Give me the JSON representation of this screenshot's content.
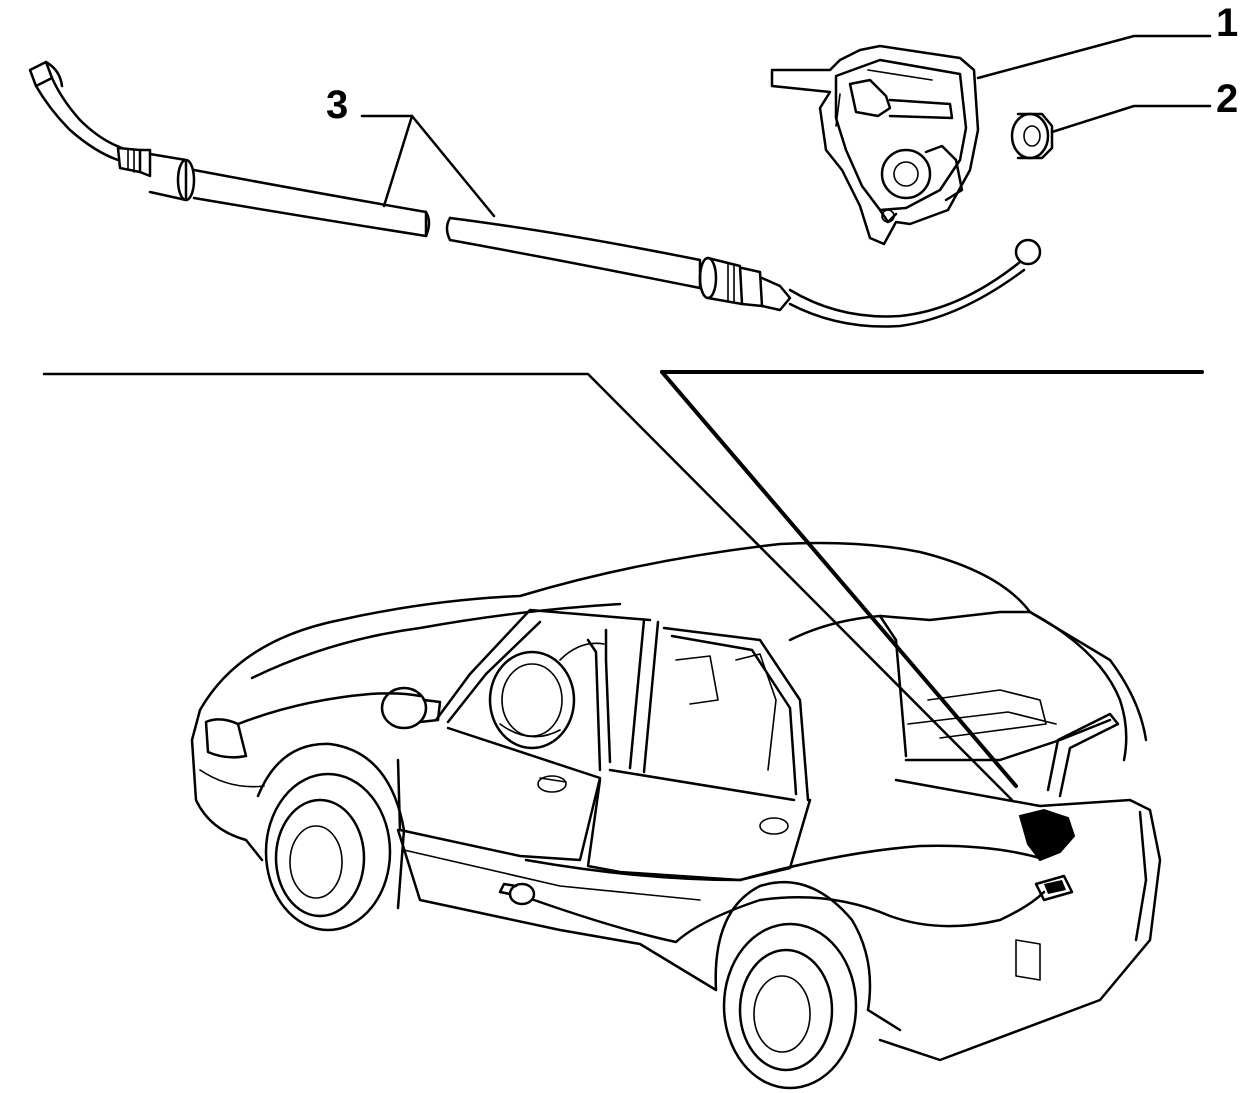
{
  "diagram": {
    "callouts": [
      {
        "id": "1",
        "label": "1"
      },
      {
        "id": "2",
        "label": "2"
      },
      {
        "id": "3",
        "label": "3"
      }
    ],
    "stroke_color": "#000000",
    "background_color": "#ffffff",
    "highlight_color": "#000000"
  }
}
